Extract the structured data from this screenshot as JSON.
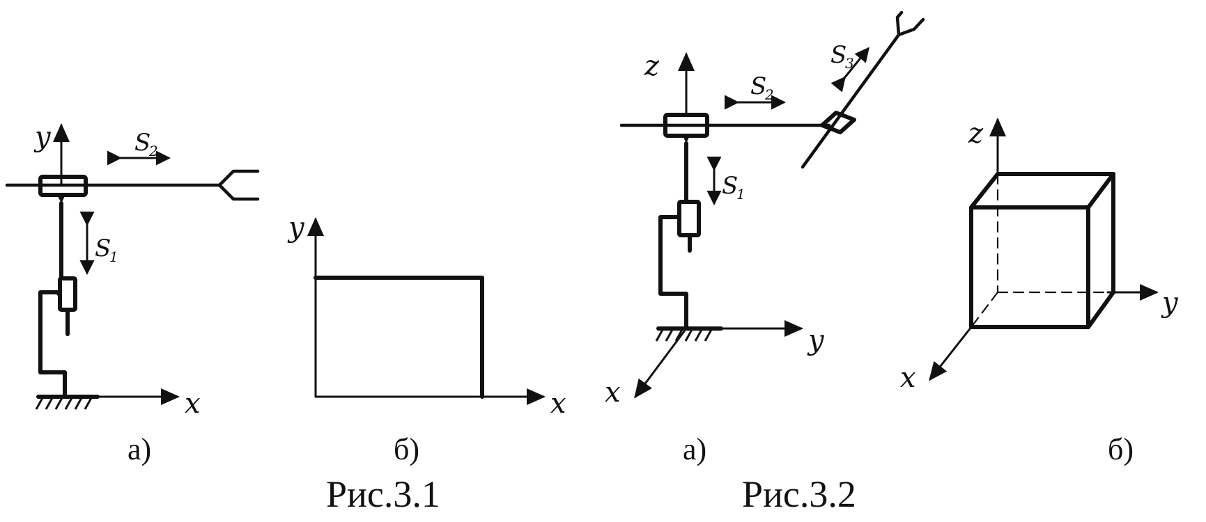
{
  "figure_3_1": {
    "panel_a": {
      "axis_y": "y",
      "axis_x": "x",
      "motion_1": {
        "symbol": "S",
        "subscript": "1"
      },
      "motion_2": {
        "symbol": "S",
        "subscript": "2"
      },
      "caption": "а)"
    },
    "panel_b": {
      "axis_y": "y",
      "axis_x": "x",
      "caption": "б)"
    },
    "title": "Рис.3.1"
  },
  "figure_3_2": {
    "panel_a": {
      "axis_z": "z",
      "axis_y": "y",
      "axis_x": "x",
      "motion_1": {
        "symbol": "S",
        "subscript": "1"
      },
      "motion_2": {
        "symbol": "S",
        "subscript": "2"
      },
      "motion_3": {
        "symbol": "S",
        "subscript": "3"
      },
      "caption": "а)"
    },
    "panel_b": {
      "axis_z": "z",
      "axis_y": "y",
      "axis_x": "x",
      "caption": "б)"
    },
    "title": "Рис.3.2"
  },
  "colors": {
    "ink": "#111111",
    "paper": "#ffffff"
  }
}
